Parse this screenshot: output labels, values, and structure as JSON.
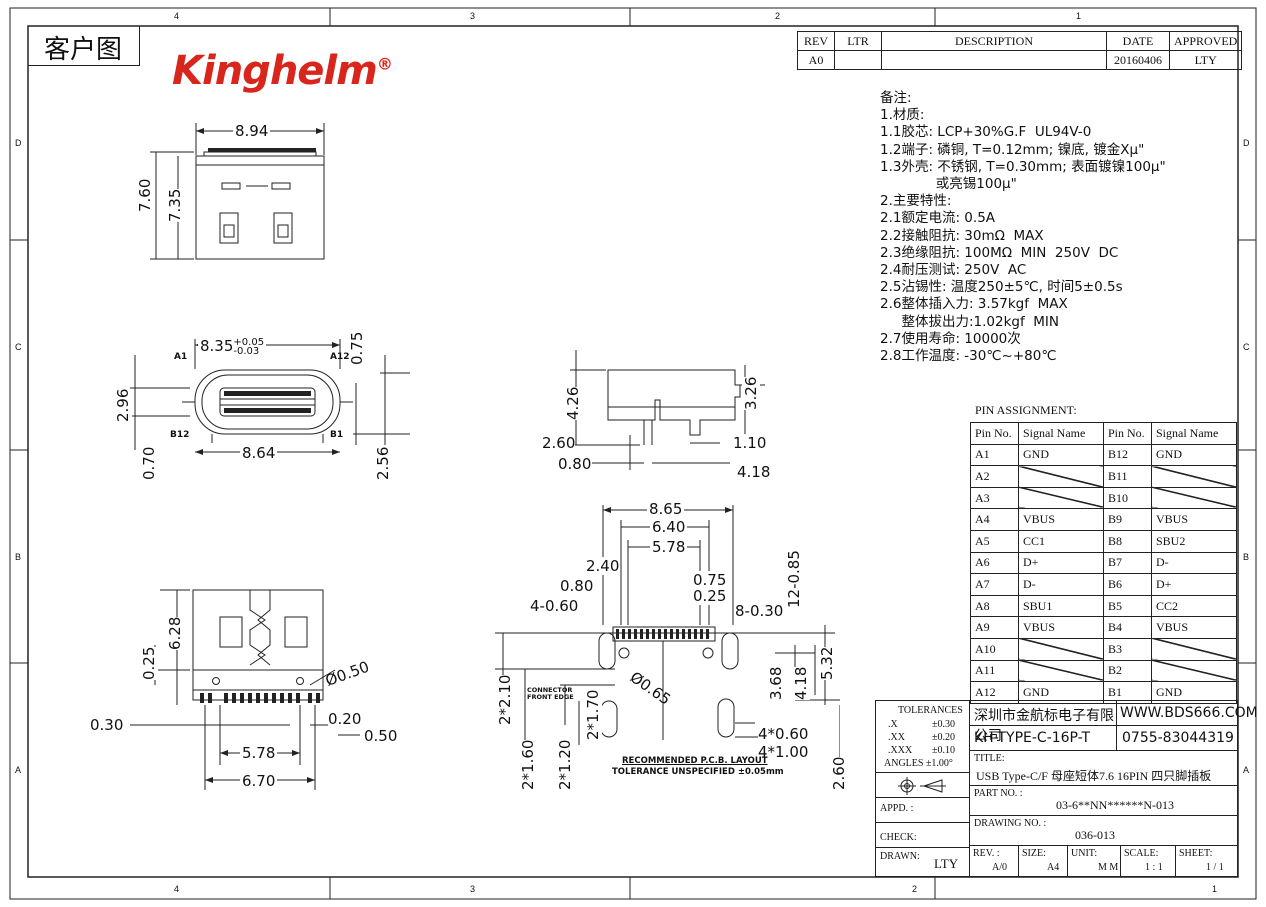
{
  "header": {
    "customer_drawing_label": "客户图",
    "brand": "Kinghelm",
    "brand_mark": "®"
  },
  "revision_table": {
    "headers": [
      "REV",
      "LTR",
      "DESCRIPTION",
      "DATE",
      "APPROVED"
    ],
    "row": [
      "A0",
      "",
      "",
      "20160406",
      "LTY"
    ]
  },
  "notes": [
    "备注:",
    "1.材质:",
    "1.1胶芯: LCP+30%G.F  UL94V-0",
    "1.2端子: 磷铜, T=0.12mm; 镍底, 镀金Xμ\"",
    "1.3外壳: 不锈钢, T=0.30mm; 表面镀镍100μ\"",
    "             或亮锡100μ\"",
    "2.主要特性:",
    "2.1额定电流: 0.5A",
    "2.2接触阻抗: 30mΩ  MAX",
    "2.3绝缘阻抗: 100MΩ  MIN  250V  DC",
    "2.4耐压测试: 250V  AC",
    "2.5沾锡性: 温度250±5℃, 时间5±0.5s",
    "2.6整体插入力: 3.57kgf  MAX",
    "     整体拔出力:1.02kgf  MIN",
    "2.7使用寿命: 10000次",
    "2.8工作温度: -30℃~+80℃"
  ],
  "pin_assignment": {
    "title": "PIN ASSIGNMENT:",
    "headers": [
      "Pin No.",
      "Signal Name",
      "Pin No.",
      "Signal Name"
    ],
    "rows": [
      [
        "A1",
        "GND",
        "B12",
        "GND"
      ],
      [
        "A2",
        "",
        "B11",
        ""
      ],
      [
        "A3",
        "",
        "B10",
        ""
      ],
      [
        "A4",
        "VBUS",
        "B9",
        "VBUS"
      ],
      [
        "A5",
        "CC1",
        "B8",
        "SBU2"
      ],
      [
        "A6",
        "D+",
        "B7",
        "D-"
      ],
      [
        "A7",
        "D-",
        "B6",
        "D+"
      ],
      [
        "A8",
        "SBU1",
        "B5",
        "CC2"
      ],
      [
        "A9",
        "VBUS",
        "B4",
        "VBUS"
      ],
      [
        "A10",
        "",
        "B3",
        ""
      ],
      [
        "A11",
        "",
        "B2",
        ""
      ],
      [
        "A12",
        "GND",
        "B1",
        "GND"
      ]
    ]
  },
  "title_block": {
    "tolerances_title": "TOLERANCES",
    "tol_x": ".X",
    "tol_x_val": "±0.30",
    "tol_xx": ".XX",
    "tol_xx_val": "±0.20",
    "tol_xxx": ".XXX",
    "tol_xxx_val": "±0.10",
    "tol_angles": "ANGLES ±1.00°",
    "company": "深圳市金航标电子有限公司",
    "website": "WWW.BDS666.COM",
    "model": "KH-TYPE-C-16P-T",
    "phone": "0755-83044319",
    "title_label": "TITLE:",
    "title": "USB Type-C/F 母座短体7.6 16PIN 四只脚插板",
    "part_no_label": "PART NO. :",
    "part_no": "03-6**NN******N-013",
    "appd_label": "APPD. :",
    "drawing_no_label": "DRAWING NO. :",
    "drawing_no": "036-013",
    "check_label": "CHECK:",
    "drawn_label": "DRAWN:",
    "drawn": "LTY",
    "rev_label": "REV. :",
    "rev": "A/0",
    "size_label": "SIZE:",
    "size": "A4",
    "unit_label": "UNIT:",
    "unit": "M M",
    "scale_label": "SCALE:",
    "scale": "1 : 1",
    "sheet_label": "SHEET:",
    "sheet": "1 / 1"
  },
  "grid": {
    "top": [
      "4",
      "3",
      "2",
      "1"
    ],
    "bottom": [
      "4",
      "3",
      "2",
      "1"
    ],
    "left": [
      "D",
      "C",
      "B",
      "A"
    ],
    "right": [
      "D",
      "C",
      "B",
      "A"
    ]
  },
  "dimensions": {
    "top_width": "8.94",
    "top_h1": "7.60",
    "top_h2": "7.35",
    "front_w1": "8.35",
    "front_w1_tol_up": "+0.05",
    "front_w1_tol_dn": "-0.03",
    "front_a1": "A1",
    "front_a12": "A12",
    "front_b12": "B12",
    "front_b1": "B1",
    "front_075": "0.75",
    "front_h": "2.96",
    "front_w2": "8.64",
    "front_070": "0.70",
    "front_256": "2.56",
    "side_426": "4.26",
    "side_326": "3.26",
    "side_260": "2.60",
    "side_110": "1.10",
    "side_080": "0.80",
    "side_418": "4.18",
    "pcb_865": "8.65",
    "pcb_640": "6.40",
    "pcb_578": "5.78",
    "pcb_240": "2.40",
    "pcb_075": "0.75",
    "pcb_080": "0.80",
    "pcb_025": "0.25",
    "pcb_4060": "4-0.60",
    "pcb_8030": "8-0.30",
    "pcb_12085": "12-0.85",
    "pcb_phi065": "Ø0.65",
    "pcb_368": "3.68",
    "pcb_418": "4.18",
    "pcb_532": "5.32",
    "pcb_2210": "2*2.10",
    "pcb_2170": "2*1.70",
    "pcb_2160": "2*1.60",
    "pcb_2120": "2*1.20",
    "pcb_4060b": "4*0.60",
    "pcb_4100": "4*1.00",
    "pcb_260": "2.60",
    "pcb_connector": "CONNECTOR",
    "pcb_front_edge": "FRONT EDGE",
    "pcb_rec": "RECOMMENDED  P.C.B. LAYOUT",
    "pcb_tol": "TOLERANCE  UNSPECIFIED  ±0.05mm",
    "bot_628": "6.28",
    "bot_025": "0.25",
    "bot_phi050": "Ø0.50",
    "bot_030": "0.30",
    "bot_020": "0.20",
    "bot_050": "0.50",
    "bot_578": "5.78",
    "bot_670": "6.70"
  }
}
